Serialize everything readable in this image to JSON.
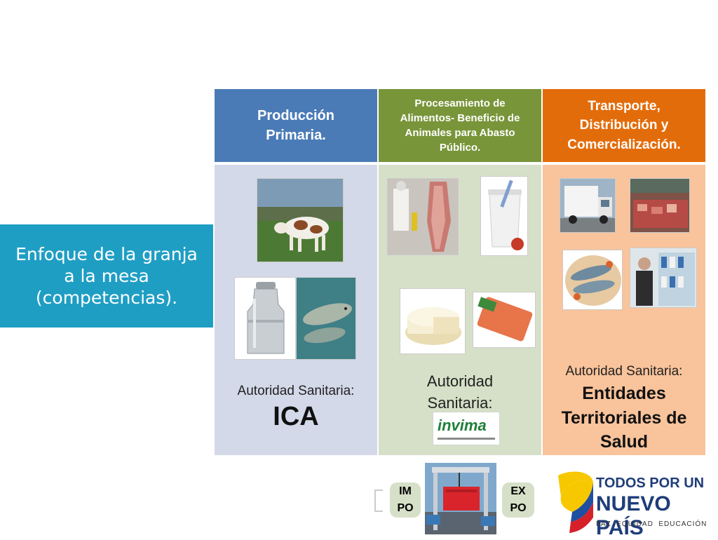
{
  "left_title": "Enfoque de la granja a la mesa (competencias).",
  "columns": [
    {
      "header": "Producción Primaria.",
      "authority_label": "Autoridad Sanitaria:",
      "authority_name": "ICA",
      "header_color": "#4a7bb7",
      "body_color": "#d3d9e8"
    },
    {
      "header": "Procesamiento de Alimentos- Beneficio de Animales para Abasto Público.",
      "authority_label": "Autoridad Sanitaria:",
      "authority_logo_text": "invima",
      "header_color": "#789539",
      "body_color": "#d6e0c8"
    },
    {
      "header": "Transporte, Distribución y Comercialización.",
      "authority_label": "Autoridad Sanitaria:",
      "authority_name": "Entidades Territoriales de Salud",
      "header_color": "#e36c0a",
      "body_color": "#f9c39b"
    }
  ],
  "trade": {
    "import_label": "IM PO",
    "export_label": "EX PO"
  },
  "brand": {
    "line1": "TODOS POR UN",
    "line2": "NUEVO PAÍS",
    "line3": "PAZ  EQUIDAD  EDUCACIÓN"
  }
}
